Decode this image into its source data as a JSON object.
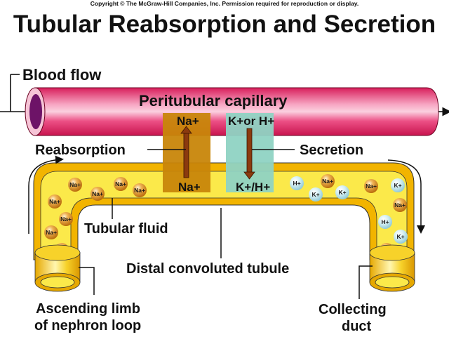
{
  "copyright": "Copyright © The McGraw-Hill Companies, Inc. Permission required for reproduction or display.",
  "title": "Tubular Reabsorption and Secretion",
  "labels": {
    "blood_flow": "Blood flow",
    "peritubular_capillary": "Peritubular capillary",
    "reabsorption": "Reabsorption",
    "secretion": "Secretion",
    "tubular_fluid": "Tubular fluid",
    "distal_convoluted_tubule": "Distal convoluted tubule",
    "ascending_limb_line1": "Ascending limb",
    "ascending_limb_line2": "of nephron loop",
    "collecting_duct_line1": "Collecting",
    "collecting_duct_line2": "duct"
  },
  "transport": {
    "reabsorption_top": "Na+",
    "reabsorption_bottom": "Na+",
    "secretion_top": "K+or H+",
    "secretion_bottom": "K+/H+"
  },
  "ions": [
    {
      "label": "Na+",
      "kind": "sodium"
    },
    {
      "label": "Na+",
      "kind": "sodium"
    },
    {
      "label": "Na+",
      "kind": "sodium"
    },
    {
      "label": "Na+",
      "kind": "sodium"
    },
    {
      "label": "Na+",
      "kind": "sodium"
    },
    {
      "label": "Na+",
      "kind": "sodium"
    },
    {
      "label": "Na+",
      "kind": "sodium"
    },
    {
      "label": "Na+",
      "kind": "sodium"
    },
    {
      "label": "H+",
      "kind": "proton"
    },
    {
      "label": "K+",
      "kind": "potassium"
    },
    {
      "label": "Na+",
      "kind": "sodium"
    },
    {
      "label": "K+",
      "kind": "potassium"
    },
    {
      "label": "Na+",
      "kind": "sodium"
    },
    {
      "label": "K+",
      "kind": "potassium"
    },
    {
      "label": "Na+",
      "kind": "sodium"
    },
    {
      "label": "H+",
      "kind": "proton"
    },
    {
      "label": "K+",
      "kind": "potassium"
    },
    {
      "label": "Na+",
      "kind": "sodium"
    }
  ],
  "colors": {
    "capillary": "#e8336e",
    "capillary_highlight": "#f7a6c3",
    "tubule_wall": "#f2b400",
    "tubule_fluid": "#fbe94a",
    "reabsorption_box": "#c8860a",
    "secretion_box": "#8fd3c3",
    "arrow": "#8b3a0e",
    "sodium_ion": "#d98a1c",
    "k_h_ion": "#bfe6ee"
  }
}
